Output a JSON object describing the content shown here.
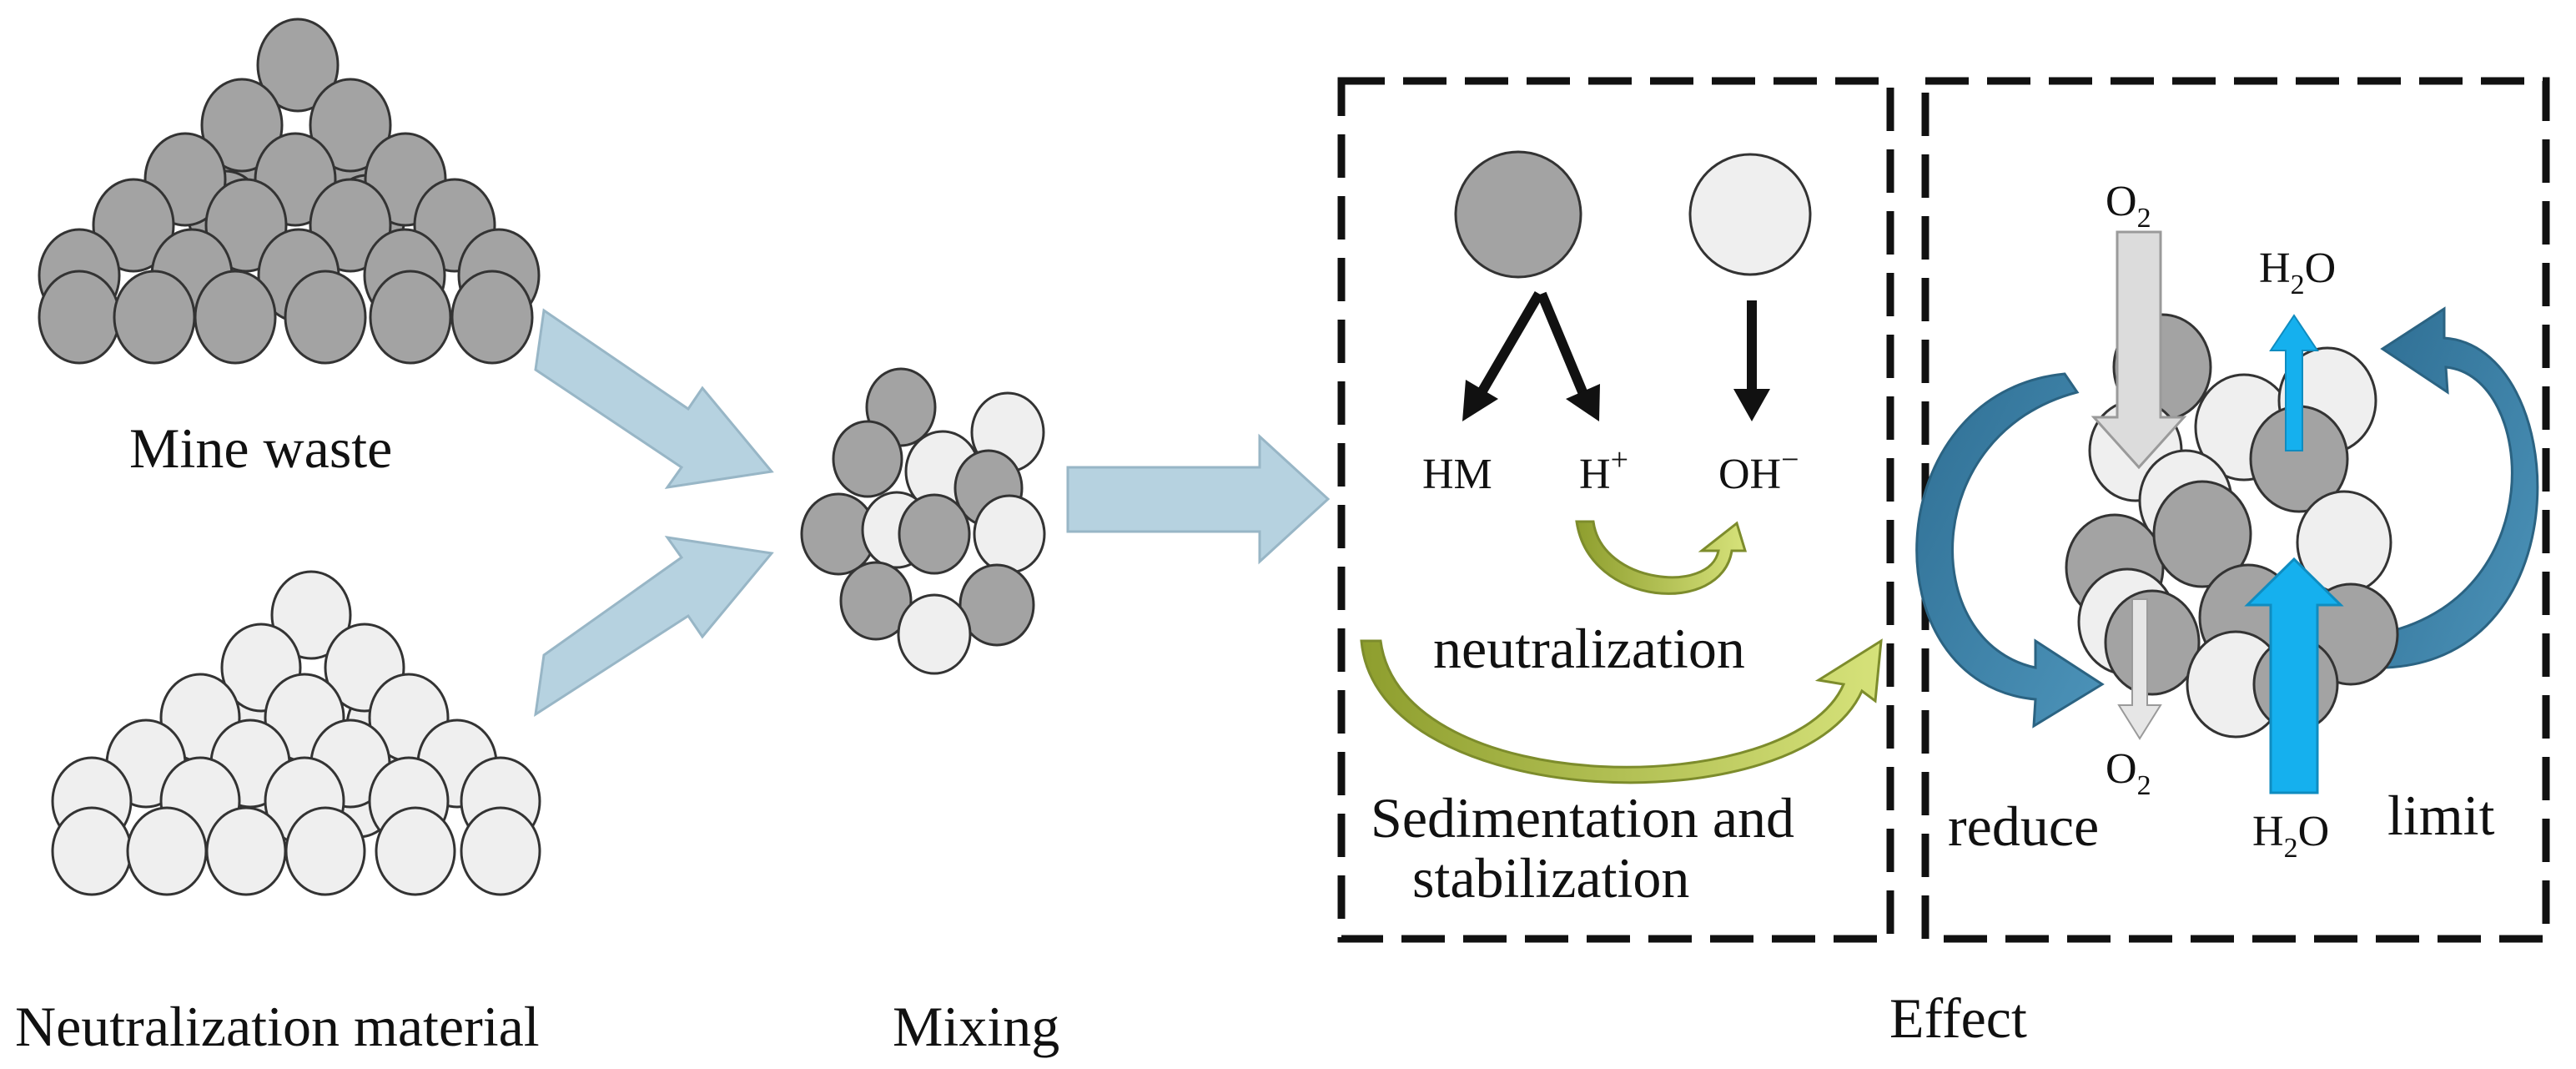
{
  "labels": {
    "mine_waste": "Mine waste",
    "neutralization_material": "Neutralization material",
    "mixing": "Mixing",
    "effect": "Effect"
  },
  "reactions": {
    "hm": "HM",
    "h": "H",
    "h_sup": "+",
    "oh": "OH",
    "oh_sup": "−",
    "neutralization": "neutralization",
    "sedimentation_line1": "Sedimentation and",
    "sedimentation_line2": "stabilization"
  },
  "effects": {
    "o2_top": "O",
    "o2_top_sub": "2",
    "h2o_top": "H",
    "h2o_top_sub": "2",
    "h2o_top_end": "O",
    "o2_bottom": "O",
    "o2_bottom_sub": "2",
    "h2o_bottom": "H",
    "h2o_bottom_sub": "2",
    "h2o_bottom_end": "O",
    "reduce": "reduce",
    "limit": "limit"
  },
  "colors": {
    "dark_particle": "#a3a3a3",
    "light_particle": "#efefef",
    "flow_arrow": "#b6d2e0",
    "neutralization_arrow": "#b3c24a",
    "cycle_arrow": "#3a7ea2",
    "water_arrow": "#15b0ee",
    "oxygen_arrow": "#dcdcdc"
  }
}
